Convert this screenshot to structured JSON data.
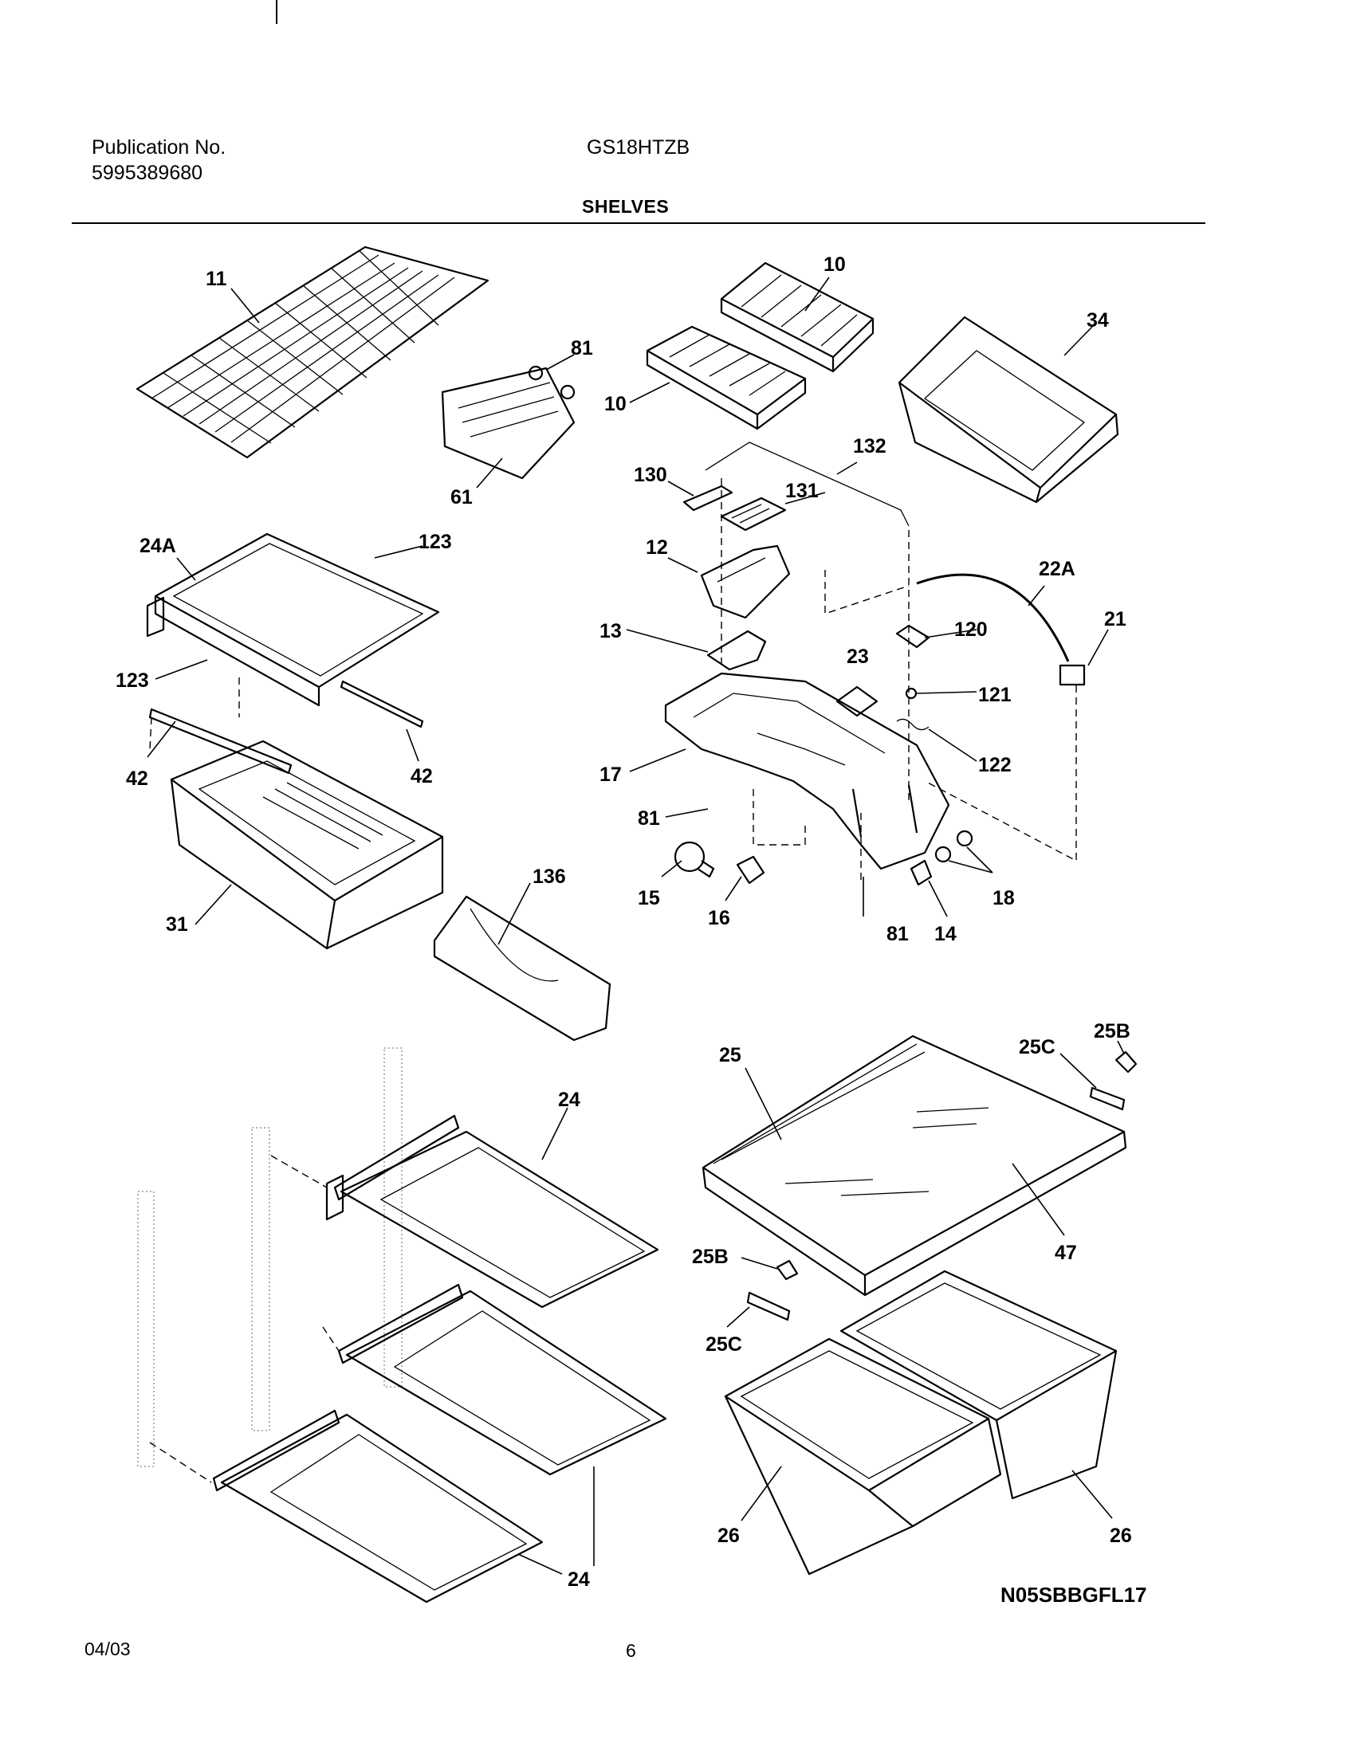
{
  "header": {
    "publication_label": "Publication No.",
    "publication_number": "5995389680",
    "model": "GS18HTZB",
    "section_title": "SHELVES"
  },
  "callouts": {
    "c11": "11",
    "c81a": "81",
    "c61": "61",
    "c10a": "10",
    "c10b": "10",
    "c34": "34",
    "c132": "132",
    "c130": "130",
    "c131": "131",
    "c12": "12",
    "c22A": "22A",
    "c21": "21",
    "c24A": "24A",
    "c123a": "123",
    "c123b": "123",
    "c42a": "42",
    "c42b": "42",
    "c13": "13",
    "c120": "120",
    "c23": "23",
    "c121": "121",
    "c122": "122",
    "c17": "17",
    "c81b": "81",
    "c31": "31",
    "c15": "15",
    "c16": "16",
    "c18": "18",
    "c81c": "81",
    "c14": "14",
    "c136": "136",
    "c25": "25",
    "c25B_a": "25B",
    "c25C_a": "25C",
    "c24_a": "24",
    "c47": "47",
    "c25B_b": "25B",
    "c25C_b": "25C",
    "c24_b": "24",
    "c26_a": "26",
    "c26_b": "26"
  },
  "diagram_code": "N05SBBGFL17",
  "footer": {
    "date": "04/03",
    "page": "6"
  }
}
